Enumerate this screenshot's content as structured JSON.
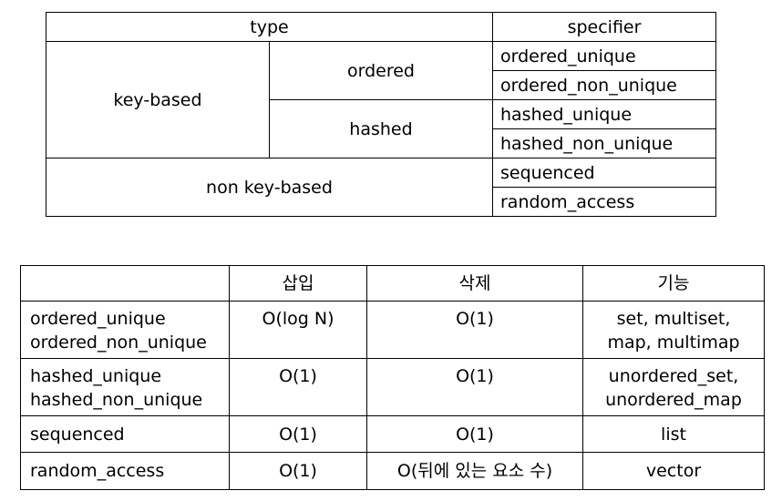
{
  "specifier_table": {
    "headers": {
      "type": "type",
      "specifier": "specifier"
    },
    "groups": {
      "key_based": "key-based",
      "ordered": "ordered",
      "hashed": "hashed",
      "non_key_based": "non key-based"
    },
    "specifiers": [
      "ordered_unique",
      "ordered_non_unique",
      "hashed_unique",
      "hashed_non_unique",
      "sequenced",
      "random_access"
    ]
  },
  "complexity_table": {
    "headers": [
      "",
      "삽입",
      "삭제",
      "기능"
    ],
    "rows": [
      {
        "names": [
          "ordered_unique",
          "ordered_non_unique"
        ],
        "insert": "O(log N)",
        "erase": "O(1)",
        "features": [
          "set, multiset,",
          "map, multimap"
        ]
      },
      {
        "names": [
          "hashed_unique",
          "hashed_non_unique"
        ],
        "insert": "O(1)",
        "erase": "O(1)",
        "features": [
          "unordered_set,",
          "unordered_map"
        ]
      },
      {
        "names": [
          "sequenced"
        ],
        "insert": "O(1)",
        "erase": "O(1)",
        "features": [
          "list"
        ]
      },
      {
        "names": [
          "random_access"
        ],
        "insert": "O(1)",
        "erase": "O(뒤에 있는 요소 수)",
        "features": [
          "vector"
        ]
      }
    ]
  }
}
